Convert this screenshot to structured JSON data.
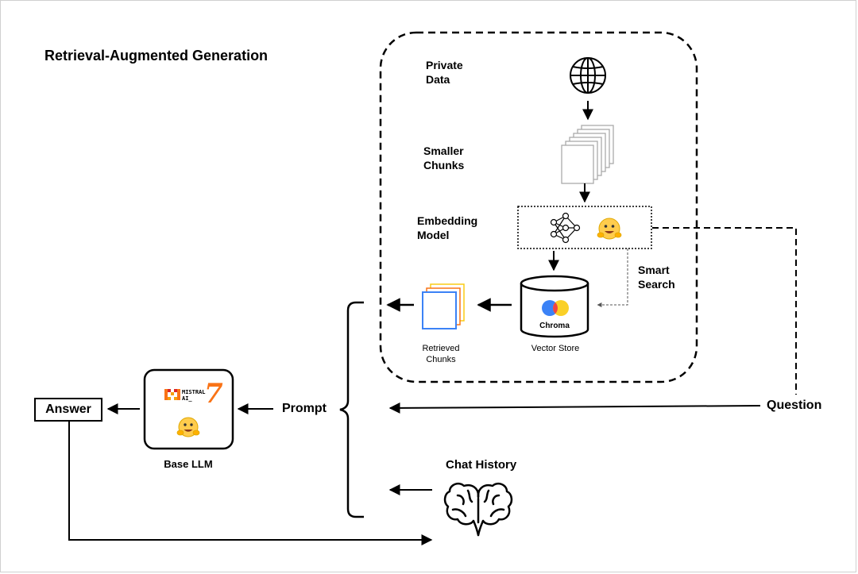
{
  "title": "Retrieval-Augmented Generation",
  "labels": {
    "private_data": "Private\nData",
    "smaller_chunks": "Smaller\nChunks",
    "embedding_model": "Embedding\nModel",
    "smart_search": "Smart\nSearch",
    "retrieved_chunks": "Retrieved\nChunks",
    "vector_store": "Vector Store",
    "chroma": "Chroma",
    "answer": "Answer",
    "base_llm": "Base LLM",
    "prompt": "Prompt",
    "question": "Question",
    "chat_history": "Chat History",
    "mistral_line1": "MISTRAL",
    "mistral_line2": "AI_",
    "mistral_version": "7"
  },
  "icons": {
    "globe": "globe-icon",
    "documents": "documents-stack-icon",
    "neural_net": "neural-network-icon",
    "hugging_face": "hugging-face-icon",
    "database": "database-icon",
    "brain": "brain-icon",
    "mistral": "mistral-logo-icon"
  },
  "colors": {
    "chroma_red": "#ef4444",
    "chroma_yellow": "#facc15",
    "chroma_blue": "#3b82f6",
    "chunk_blue": "#3b82f6",
    "chunk_orange": "#f97316",
    "chunk_yellow": "#facc15",
    "hf_yellow": "#ffcc4d",
    "mistral_orange": "#f97316"
  }
}
